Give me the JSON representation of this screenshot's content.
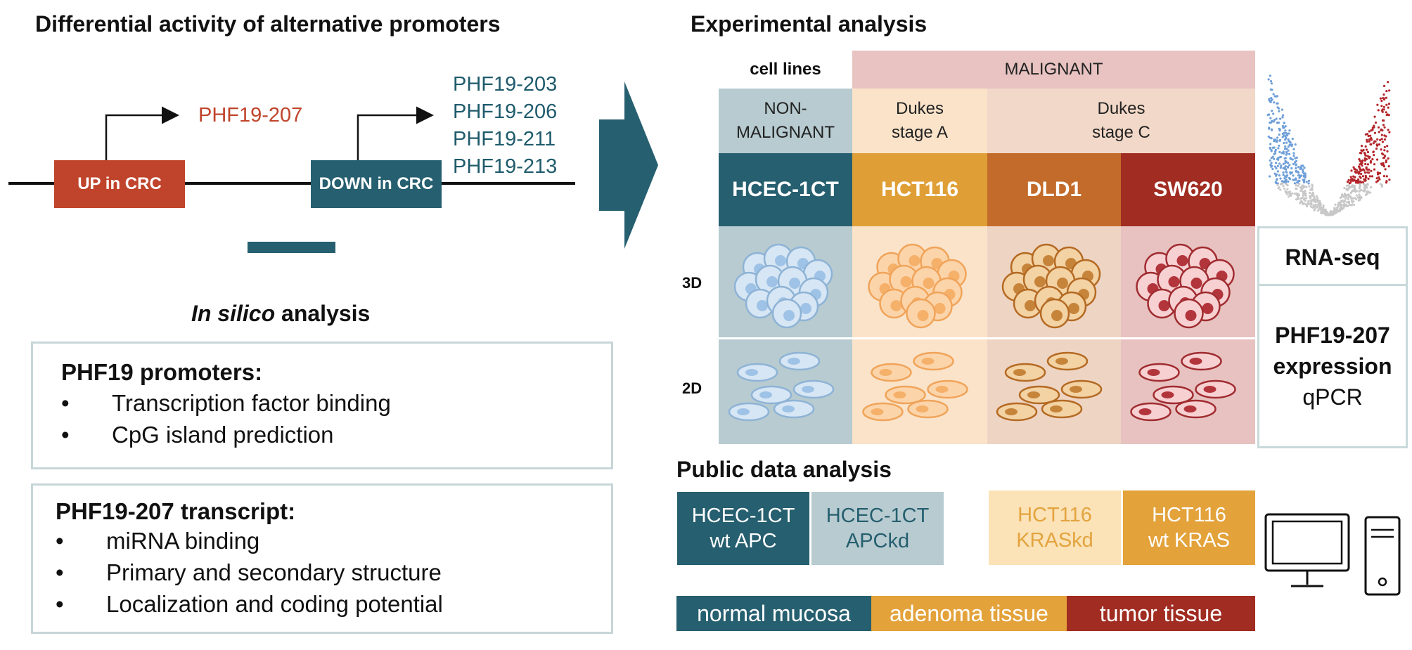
{
  "left": {
    "title": "Differential activity of alternative promoters",
    "promoter_up": {
      "label": "UP in CRC",
      "transcript": "PHF19-207",
      "color": "#c0442b"
    },
    "promoter_down": {
      "label": "DOWN in CRC",
      "transcripts": [
        "PHF19-203",
        "PHF19-206",
        "PHF19-211",
        "PHF19-213"
      ],
      "color": "#265f6f"
    },
    "analysis_title_italic": "In silico",
    "analysis_title_rest": " analysis",
    "box1": {
      "title": "PHF19 promoters:",
      "items": [
        "Transcription factor binding",
        "CpG island prediction"
      ]
    },
    "box2": {
      "title": "PHF19-207 transcript:",
      "items": [
        "miRNA binding",
        "Primary and secondary structure",
        "Localization and coding potential"
      ]
    },
    "bullet": "•"
  },
  "right": {
    "title": "Experimental analysis",
    "table": {
      "corner": "cell lines",
      "malignant": "MALIGNANT",
      "non_malignant": [
        "NON-",
        "MALIGNANT"
      ],
      "dukes_a": [
        "Dukes",
        "stage A"
      ],
      "dukes_c": [
        "Dukes",
        "stage C"
      ],
      "cell_lines": [
        {
          "name": "HCEC-1CT",
          "color": "#265f6f",
          "bg": "#b7cbd0",
          "cell": "#d7e6f4",
          "nucleus": "#9fc3e6",
          "edge": "#8eb3d6"
        },
        {
          "name": "HCT116",
          "color": "#e09f36",
          "bg": "#fae3c9",
          "cell": "#fcd4aa",
          "nucleus": "#f5b06a",
          "edge": "#f0a45a"
        },
        {
          "name": "DLD1",
          "color": "#c36b2a",
          "bg": "#eed4c3",
          "cell": "#f3d2a3",
          "nucleus": "#c6843a",
          "edge": "#b46a23"
        },
        {
          "name": "SW620",
          "color": "#a02c22",
          "bg": "#e7c2c0",
          "cell": "#f7d0d2",
          "nucleus": "#b3353c",
          "edge": "#a02c30"
        }
      ],
      "row_3d": "3D",
      "row_2d": "2D"
    },
    "rna_seq": "RNA-seq",
    "expression": [
      "PHF19-207",
      "expression",
      "qPCR"
    ],
    "public_title": "Public data analysis",
    "public": [
      {
        "lines": [
          "HCEC-1CT",
          "wt APC"
        ],
        "bg": "#265f6f",
        "fg": "#ffffff"
      },
      {
        "lines": [
          "HCEC-1CT",
          "APCkd"
        ],
        "bg": "#b7cbd0",
        "fg": "#265f6f"
      },
      {
        "lines": [
          "HCT116",
          "KRASkd"
        ],
        "bg": "#fbe2b7",
        "fg": "#e3a43f"
      },
      {
        "lines": [
          "HCT116",
          "wt KRAS"
        ],
        "bg": "#e3a23a",
        "fg": "#ffffff"
      }
    ],
    "tissues": [
      {
        "label": "normal mucosa",
        "bg": "#265f6f"
      },
      {
        "label": "adenoma tissue",
        "bg": "#e3a23a"
      },
      {
        "label": "tumor tissue",
        "bg": "#a02c22"
      }
    ]
  },
  "colors": {
    "teal": "#265f6f",
    "up_red": "#c0442b"
  }
}
